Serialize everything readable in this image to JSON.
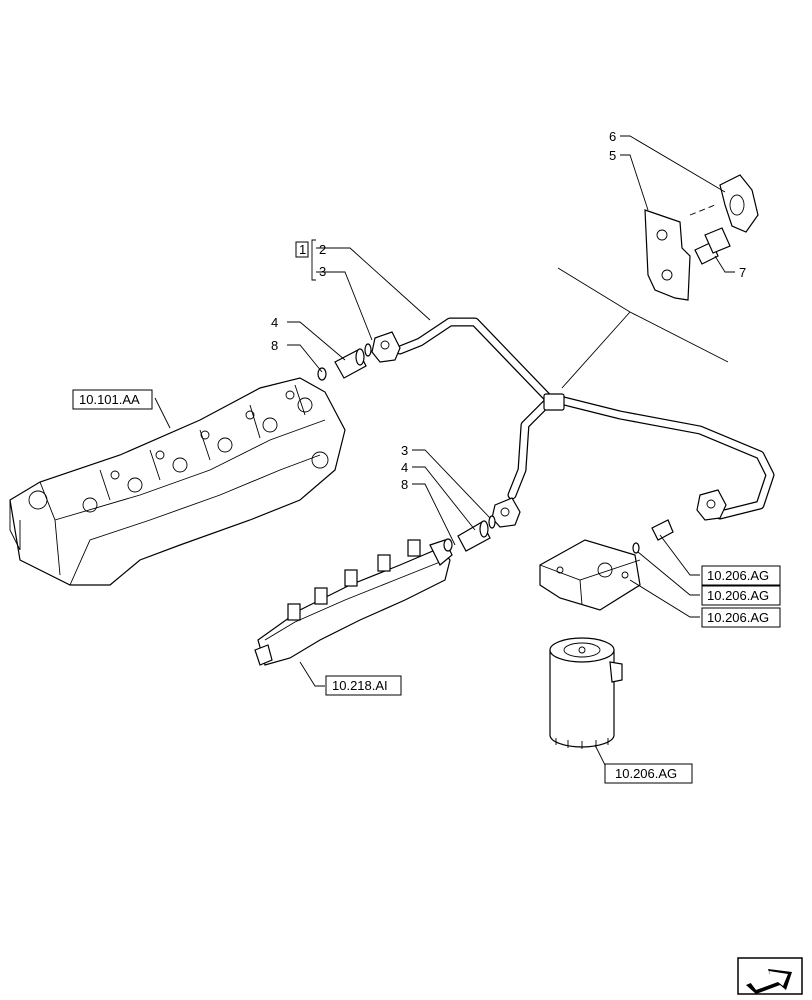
{
  "callouts": {
    "n1": "1",
    "n2": "2",
    "n3a": "3",
    "n3b": "3",
    "n4a": "4",
    "n4b": "4",
    "n5": "5",
    "n6": "6",
    "n7": "7",
    "n8a": "8",
    "n8b": "8"
  },
  "refs": {
    "engine": "10.101.AA",
    "rail": "10.218.AI",
    "filter": "10.206.AG",
    "ag1": "10.206.AG",
    "ag2": "10.206.AG",
    "ag3": "10.206.AG"
  },
  "icons": {
    "nav": "next-page-arrow-icon"
  }
}
